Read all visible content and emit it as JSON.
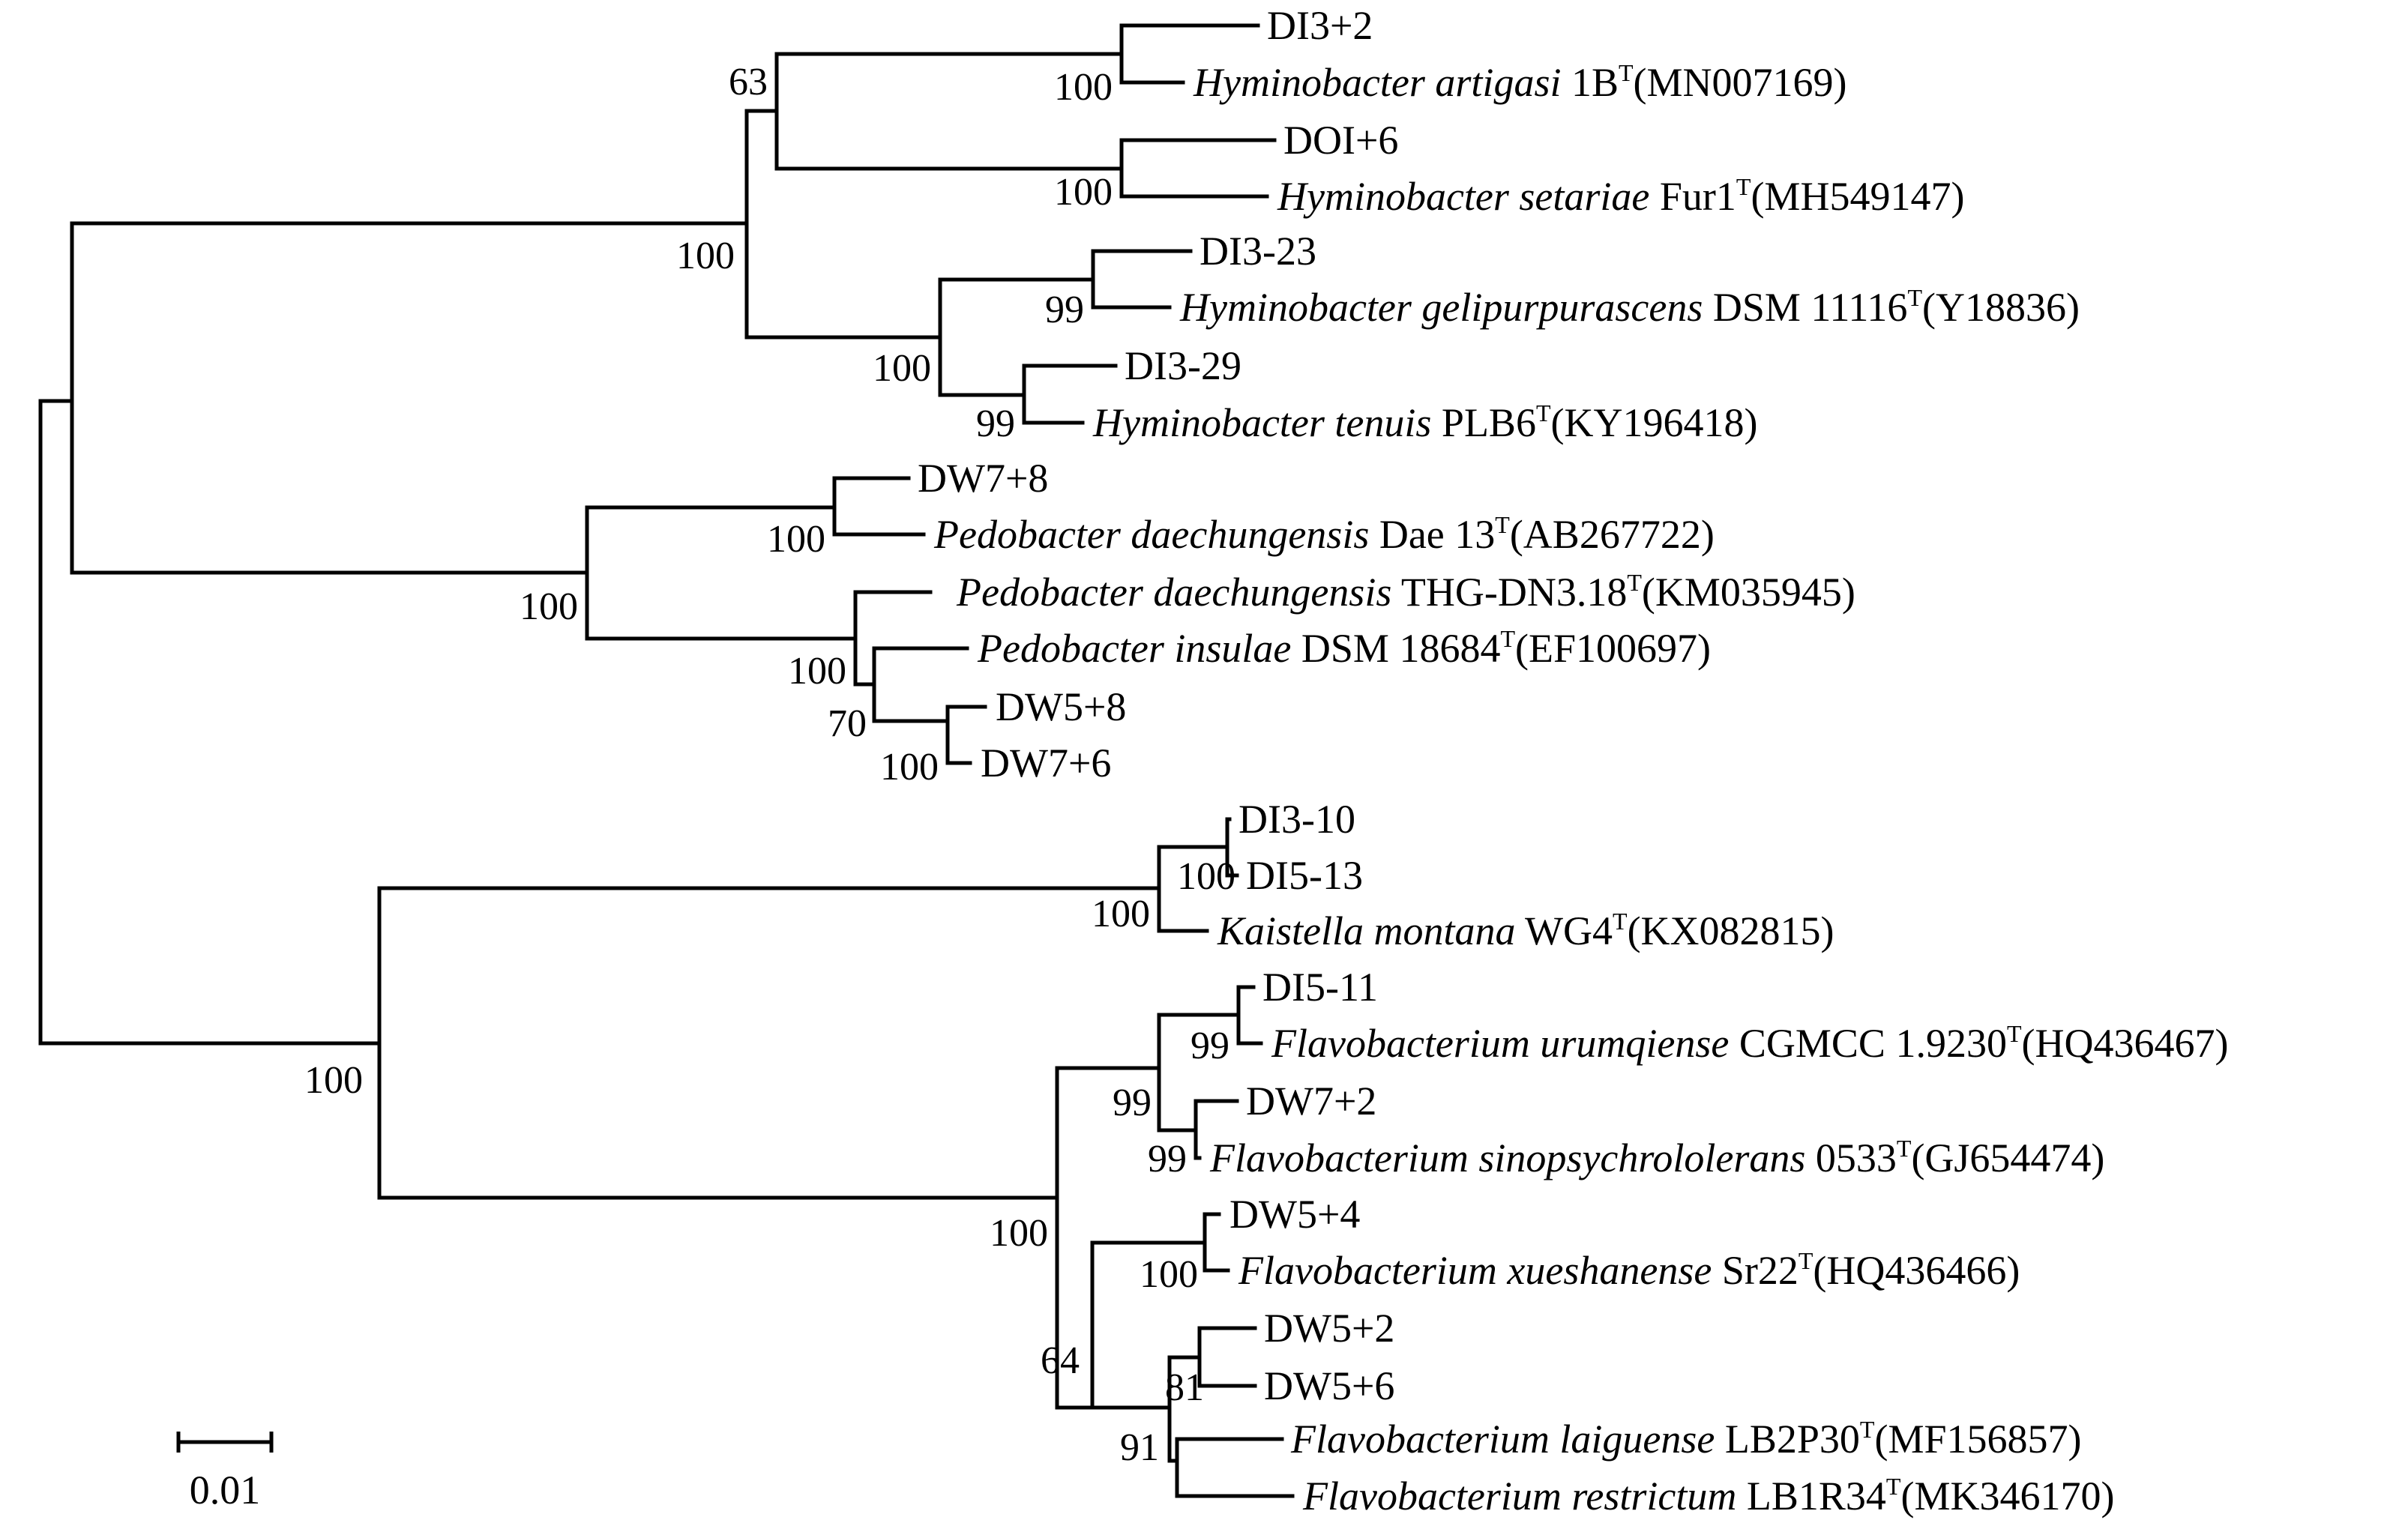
{
  "tree": {
    "scale_label": "0.01",
    "taxa": [
      {
        "id": "t1",
        "italic": "",
        "plain": "DI3+2",
        "sup": "",
        "acc": ""
      },
      {
        "id": "t2",
        "italic": "Hyminobacter artigasi",
        "plain": " 1B",
        "sup": "T",
        "acc": "(MN007169)"
      },
      {
        "id": "t3",
        "italic": "",
        "plain": "DOI+6",
        "sup": "",
        "acc": ""
      },
      {
        "id": "t4",
        "italic": "Hyminobacter setariae",
        "plain": " Fur1",
        "sup": "T",
        "acc": "(MH549147)"
      },
      {
        "id": "t5",
        "italic": "",
        "plain": "DI3-23",
        "sup": "",
        "acc": ""
      },
      {
        "id": "t6",
        "italic": "Hyminobacter gelipurpurascens",
        "plain": " DSM 11116",
        "sup": "T",
        "acc": "(Y18836)"
      },
      {
        "id": "t7",
        "italic": "",
        "plain": "DI3-29",
        "sup": "",
        "acc": ""
      },
      {
        "id": "t8",
        "italic": "Hyminobacter tenuis",
        "plain": " PLB6",
        "sup": "T",
        "acc": "(KY196418)"
      },
      {
        "id": "t9",
        "italic": "",
        "plain": "DW7+8",
        "sup": "",
        "acc": ""
      },
      {
        "id": "t10",
        "italic": "Pedobacter daechungensis",
        "plain": " Dae 13",
        "sup": "T",
        "acc": "(AB267722)"
      },
      {
        "id": "t11",
        "italic": "Pedobacter daechungensis",
        "plain": " THG-DN3.18",
        "sup": "T",
        "acc": "(KM035945)"
      },
      {
        "id": "t12",
        "italic": "Pedobacter insulae",
        "plain": " DSM 18684",
        "sup": "T",
        "acc": "(EF100697)"
      },
      {
        "id": "t13",
        "italic": "",
        "plain": "DW5+8",
        "sup": "",
        "acc": ""
      },
      {
        "id": "t14",
        "italic": "",
        "plain": "DW7+6",
        "sup": "",
        "acc": ""
      },
      {
        "id": "t15",
        "italic": "",
        "plain": "DI3-10",
        "sup": "",
        "acc": ""
      },
      {
        "id": "t16",
        "italic": "",
        "plain": "DI5-13",
        "sup": "",
        "acc": ""
      },
      {
        "id": "t17",
        "italic": "Kaistella montana",
        "plain": " WG4",
        "sup": "T",
        "acc": "(KX082815)"
      },
      {
        "id": "t18",
        "italic": "",
        "plain": "DI5-11",
        "sup": "",
        "acc": ""
      },
      {
        "id": "t19",
        "italic": "Flavobacterium urumqiense",
        "plain": " CGMCC 1.9230",
        "sup": "T",
        "acc": "(HQ436467)"
      },
      {
        "id": "t20",
        "italic": "",
        "plain": "DW7+2",
        "sup": "",
        "acc": ""
      },
      {
        "id": "t21",
        "italic": "Flavobacterium sinopsychrololerans",
        "plain": " 0533",
        "sup": "T",
        "acc": "(GJ654474)"
      },
      {
        "id": "t22",
        "italic": "",
        "plain": "DW5+4",
        "sup": "",
        "acc": ""
      },
      {
        "id": "t23",
        "italic": "Flavobacterium xueshanense",
        "plain": " Sr22",
        "sup": "T",
        "acc": "(HQ436466)"
      },
      {
        "id": "t24",
        "italic": "",
        "plain": "DW5+2",
        "sup": "",
        "acc": ""
      },
      {
        "id": "t25",
        "italic": "",
        "plain": "DW5+6",
        "sup": "",
        "acc": ""
      },
      {
        "id": "t26",
        "italic": "Flavobacterium laiguense",
        "plain": " LB2P30",
        "sup": "T",
        "acc": "(MF156857)"
      },
      {
        "id": "t27",
        "italic": "Flavobacterium restrictum",
        "plain": " LB1R34",
        "sup": "T",
        "acc": "(MK346170)"
      }
    ],
    "bootstrap": [
      {
        "id": "b63",
        "value": "63"
      },
      {
        "id": "b100a",
        "value": "100"
      },
      {
        "id": "b100b",
        "value": "100"
      },
      {
        "id": "b100c",
        "value": "100"
      },
      {
        "id": "b99a",
        "value": "99"
      },
      {
        "id": "b100d",
        "value": "100"
      },
      {
        "id": "b99b",
        "value": "99"
      },
      {
        "id": "b100e",
        "value": "100"
      },
      {
        "id": "b100f",
        "value": "100"
      },
      {
        "id": "b100g",
        "value": "100"
      },
      {
        "id": "b70",
        "value": "70"
      },
      {
        "id": "b100h",
        "value": "100"
      },
      {
        "id": "b100i",
        "value": "100"
      },
      {
        "id": "b100j",
        "value": "100"
      },
      {
        "id": "b100k",
        "value": "100"
      },
      {
        "id": "b99c",
        "value": "99"
      },
      {
        "id": "b99d",
        "value": "99"
      },
      {
        "id": "b99e",
        "value": "99"
      },
      {
        "id": "b100l",
        "value": "100"
      },
      {
        "id": "b64",
        "value": "64"
      },
      {
        "id": "b100m",
        "value": "100"
      },
      {
        "id": "b81",
        "value": "81"
      },
      {
        "id": "b91",
        "value": "91"
      }
    ]
  }
}
